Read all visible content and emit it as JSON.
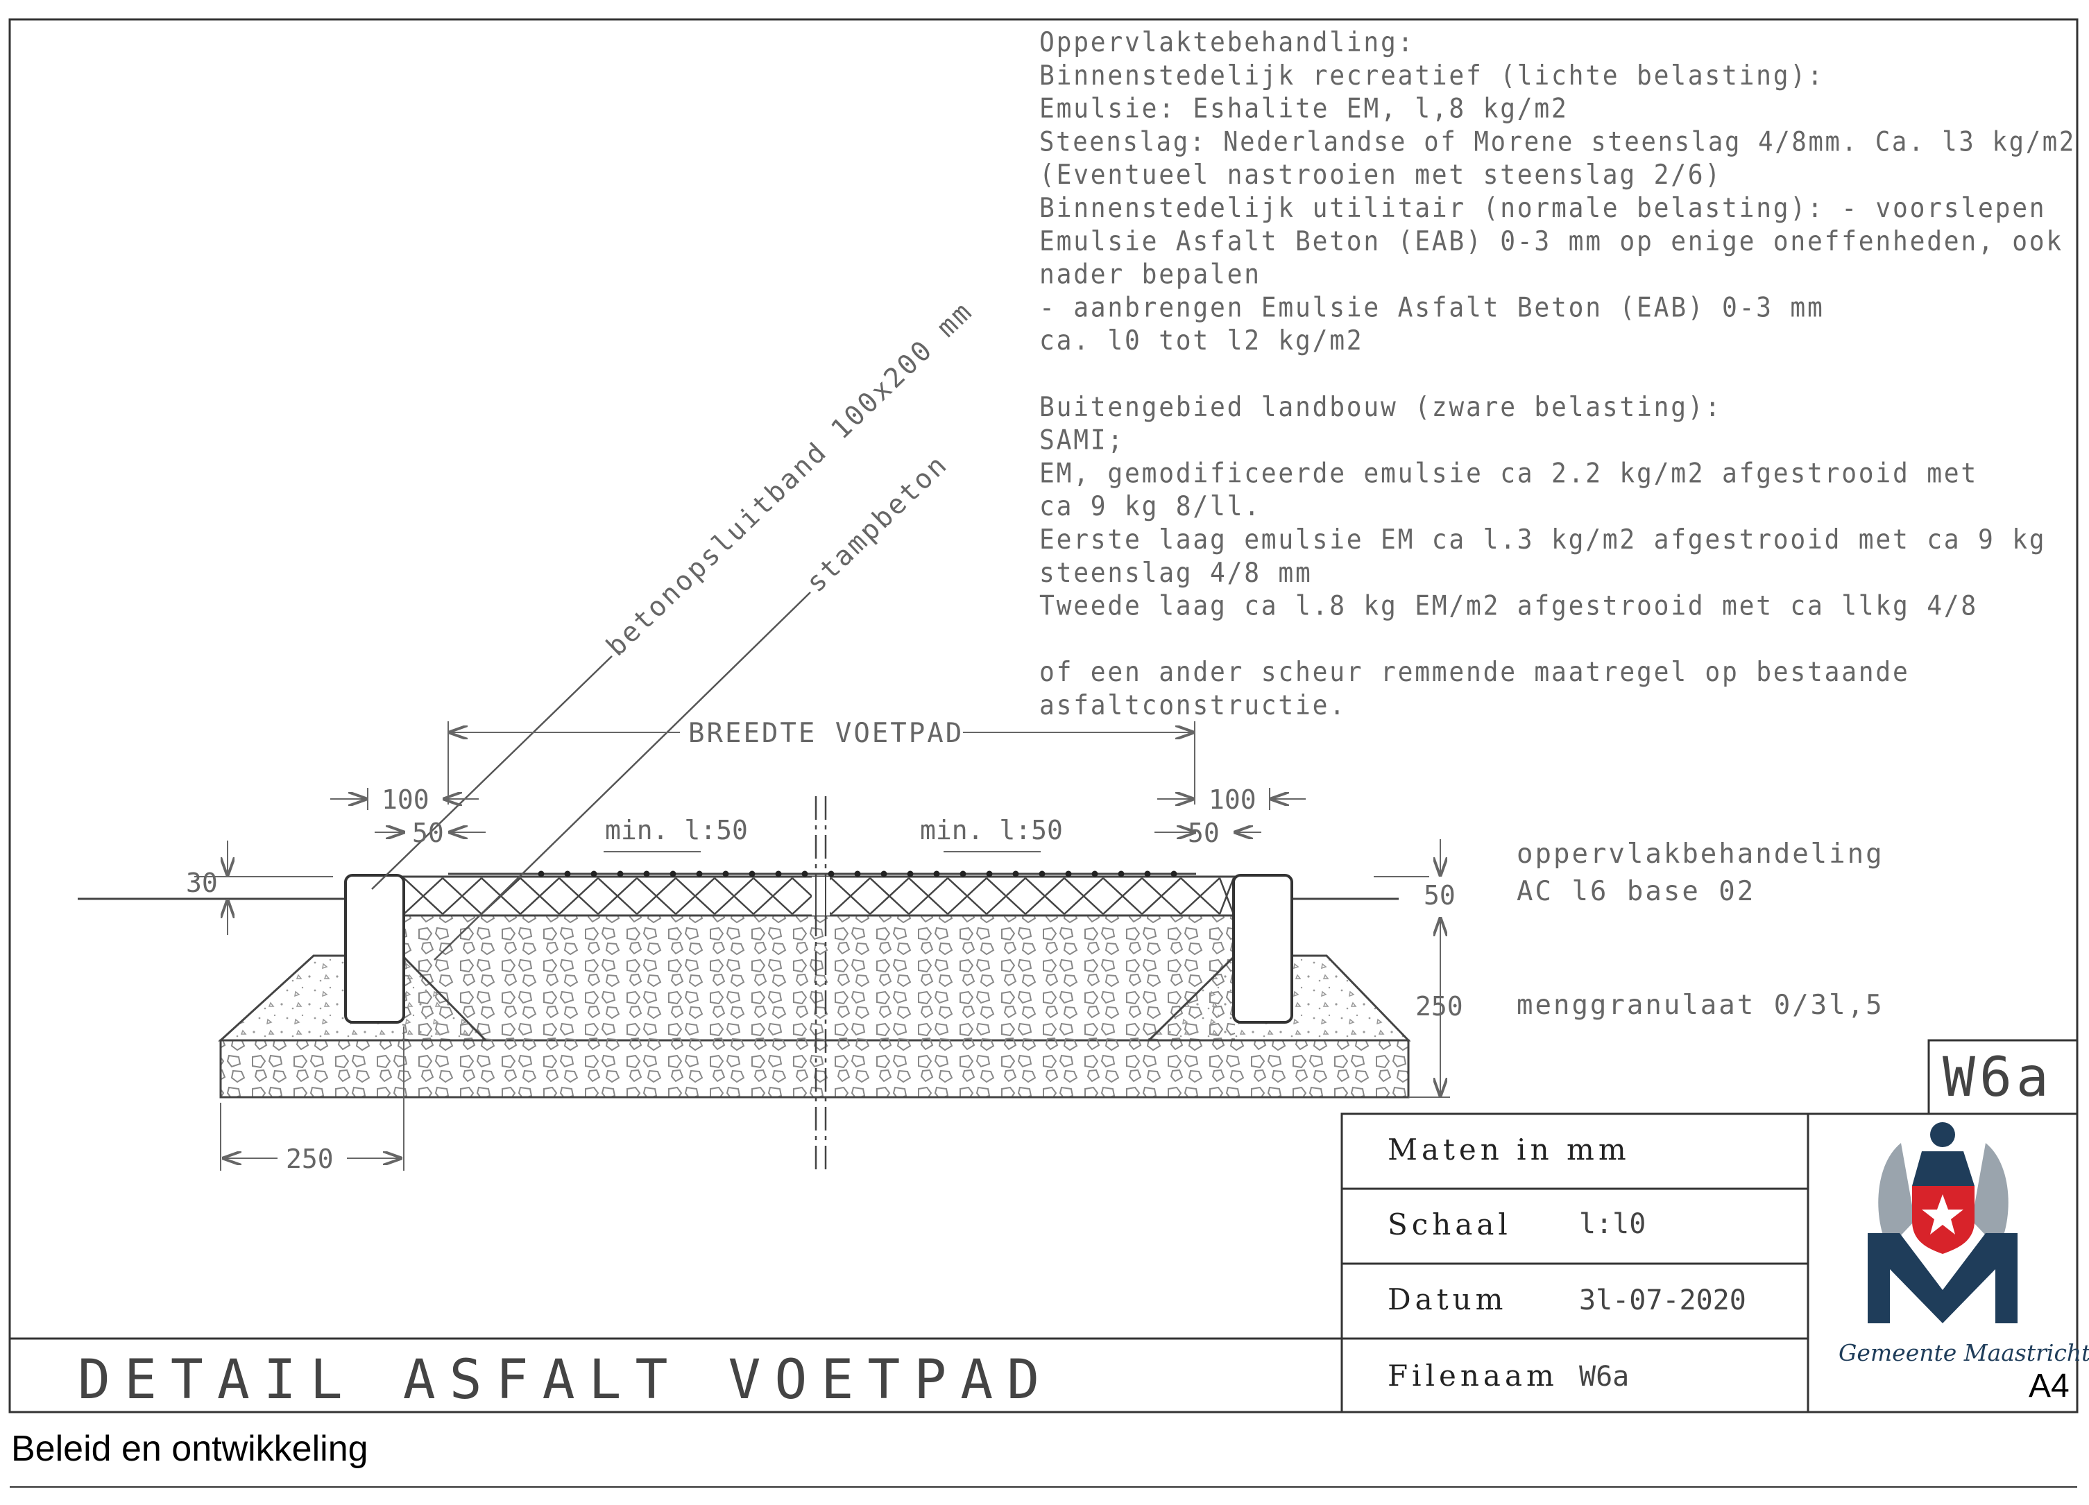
{
  "notes": [
    "Oppervlaktebehandling:",
    "Binnenstedelijk recreatief (lichte belasting):",
    "Emulsie: Eshalite EM, l,8 kg/m2",
    "Steenslag: Nederlandse of Morene steenslag 4/8mm. Ca. l3 kg/m2",
    "(Eventueel nastrooien met steenslag 2/6)",
    "Binnenstedelijk utilitair (normale belasting): - voorslepen",
    "Emulsie Asfalt Beton (EAB) 0-3 mm op enige oneffenheden, ook",
    "nader bepalen",
    "- aanbrengen Emulsie Asfalt Beton (EAB) 0-3 mm",
    "ca. l0 tot l2 kg/m2",
    "",
    "Buitengebied landbouw (zware belasting):",
    "SAMI;",
    "EM, gemodificeerde emulsie ca 2.2 kg/m2 afgestrooid met",
    "ca 9 kg 8/ll.",
    "Eerste laag emulsie EM ca l.3 kg/m2 afgestrooid met ca 9 kg",
    "steenslag 4/8 mm",
    "Tweede laag ca l.8 kg EM/m2 afgestrooid met ca llkg 4/8",
    "",
    "of een ander scheur remmende maatregel op bestaande",
    "asfaltconstructie."
  ],
  "drawing": {
    "leader_band": "betonopsluitband 100x200 mm",
    "leader_stamp": "stampbeton",
    "width_label": "BREEDTE VOETPAD",
    "dim_100_left": "100",
    "dim_50_left": "50",
    "dim_100_right": "100",
    "dim_50_right": "50",
    "slope_left": "min. l:50",
    "slope_right": "min. l:50",
    "dim_30": "30",
    "dim_50_layer": "50",
    "dim_250_layer": "250",
    "dim_250_bottom": "250",
    "layer_top_1": "oppervlakbehandeling",
    "layer_top_2": "AC l6 base 02",
    "layer_base": "menggranulaat 0/3l,5"
  },
  "titleblock": {
    "code": "W6a",
    "maten_label": "Maten in mm",
    "schaal_label": "Schaal",
    "schaal_value": "l:l0",
    "datum_label": "Datum",
    "datum_value": "3l-07-2020",
    "filenaam_label": "Filenaam",
    "filenaam_value": "W6a",
    "title": "DETAIL ASFALT VOETPAD",
    "org": "Gemeente Maastricht",
    "paper": "A4"
  },
  "footer": "Beleid en ontwikkeling",
  "colors": {
    "logo_navy": "#1f3d5a",
    "logo_red": "#d8232a",
    "logo_grey": "#9aa4ad"
  }
}
